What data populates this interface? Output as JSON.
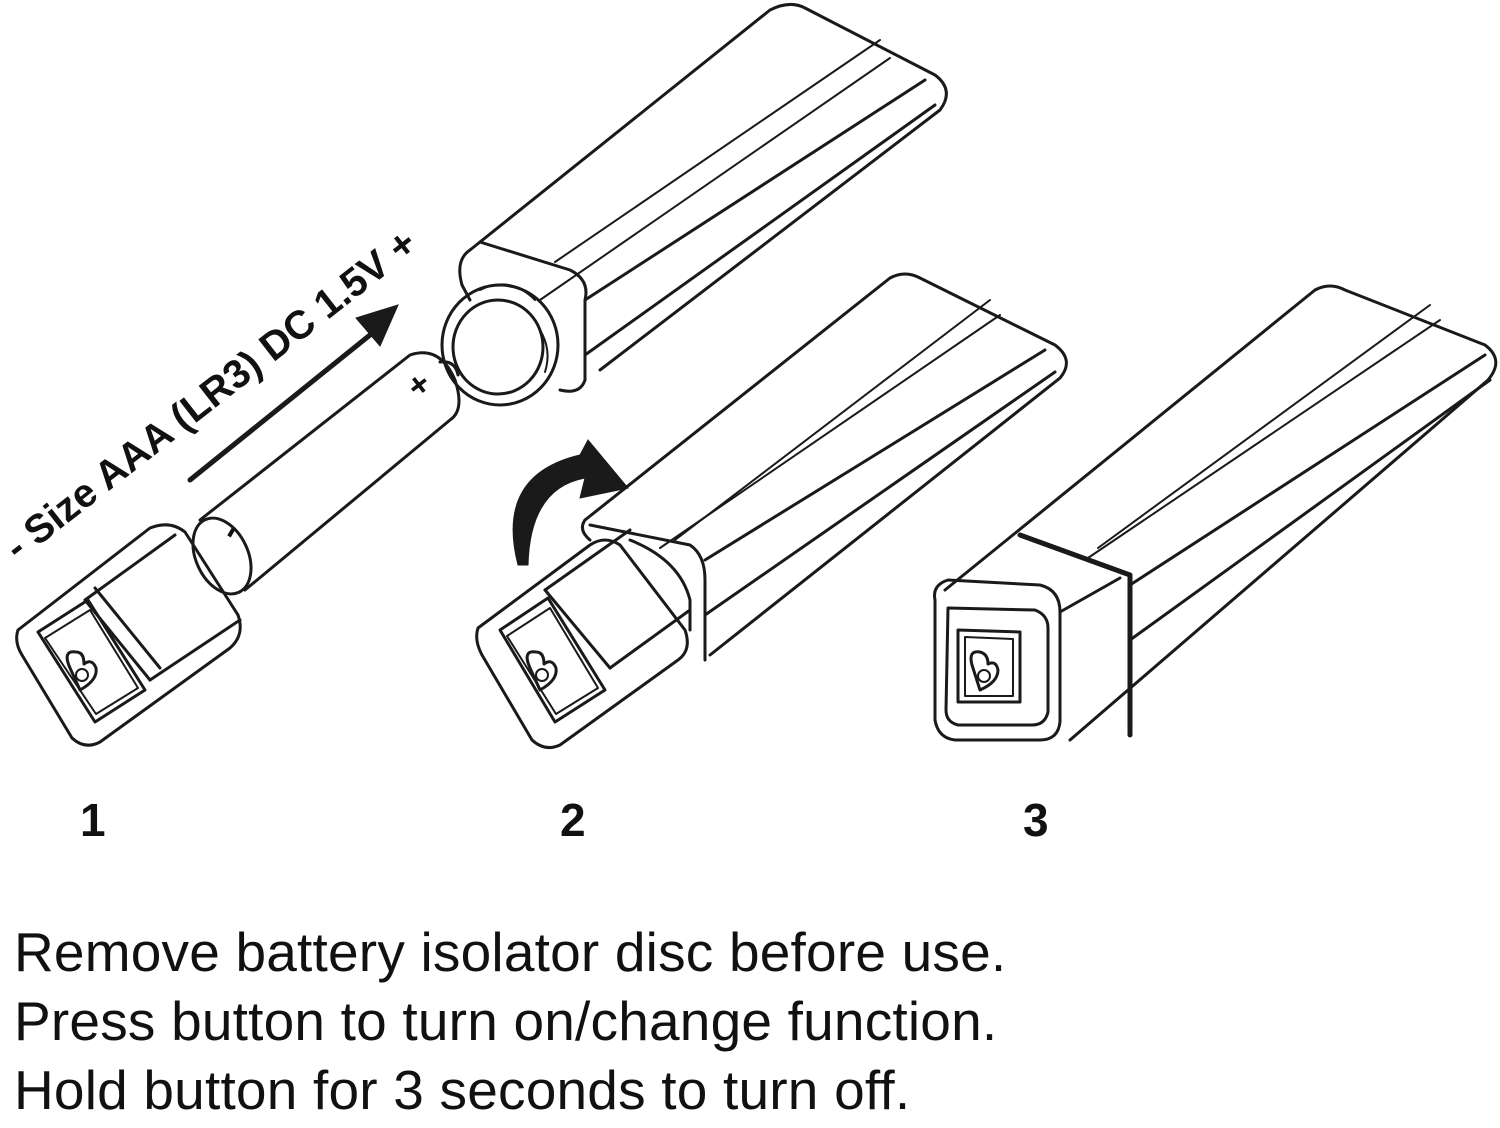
{
  "battery": {
    "label": "- Size AAA (LR3) DC 1.5V +",
    "plus_sign": "+",
    "minus_sign": "-"
  },
  "steps": [
    {
      "number": "1"
    },
    {
      "number": "2"
    },
    {
      "number": "3"
    }
  ],
  "instructions": [
    "Remove battery isolator disc before use.",
    "Press button to turn on/change function.",
    "Hold button for 3 seconds to turn off."
  ],
  "icons": [
    "arrow-insert-icon",
    "rotate-arrow-icon",
    "heart-logo-icon"
  ],
  "colors": {
    "line": "#1a1a1a",
    "background": "#ffffff"
  }
}
